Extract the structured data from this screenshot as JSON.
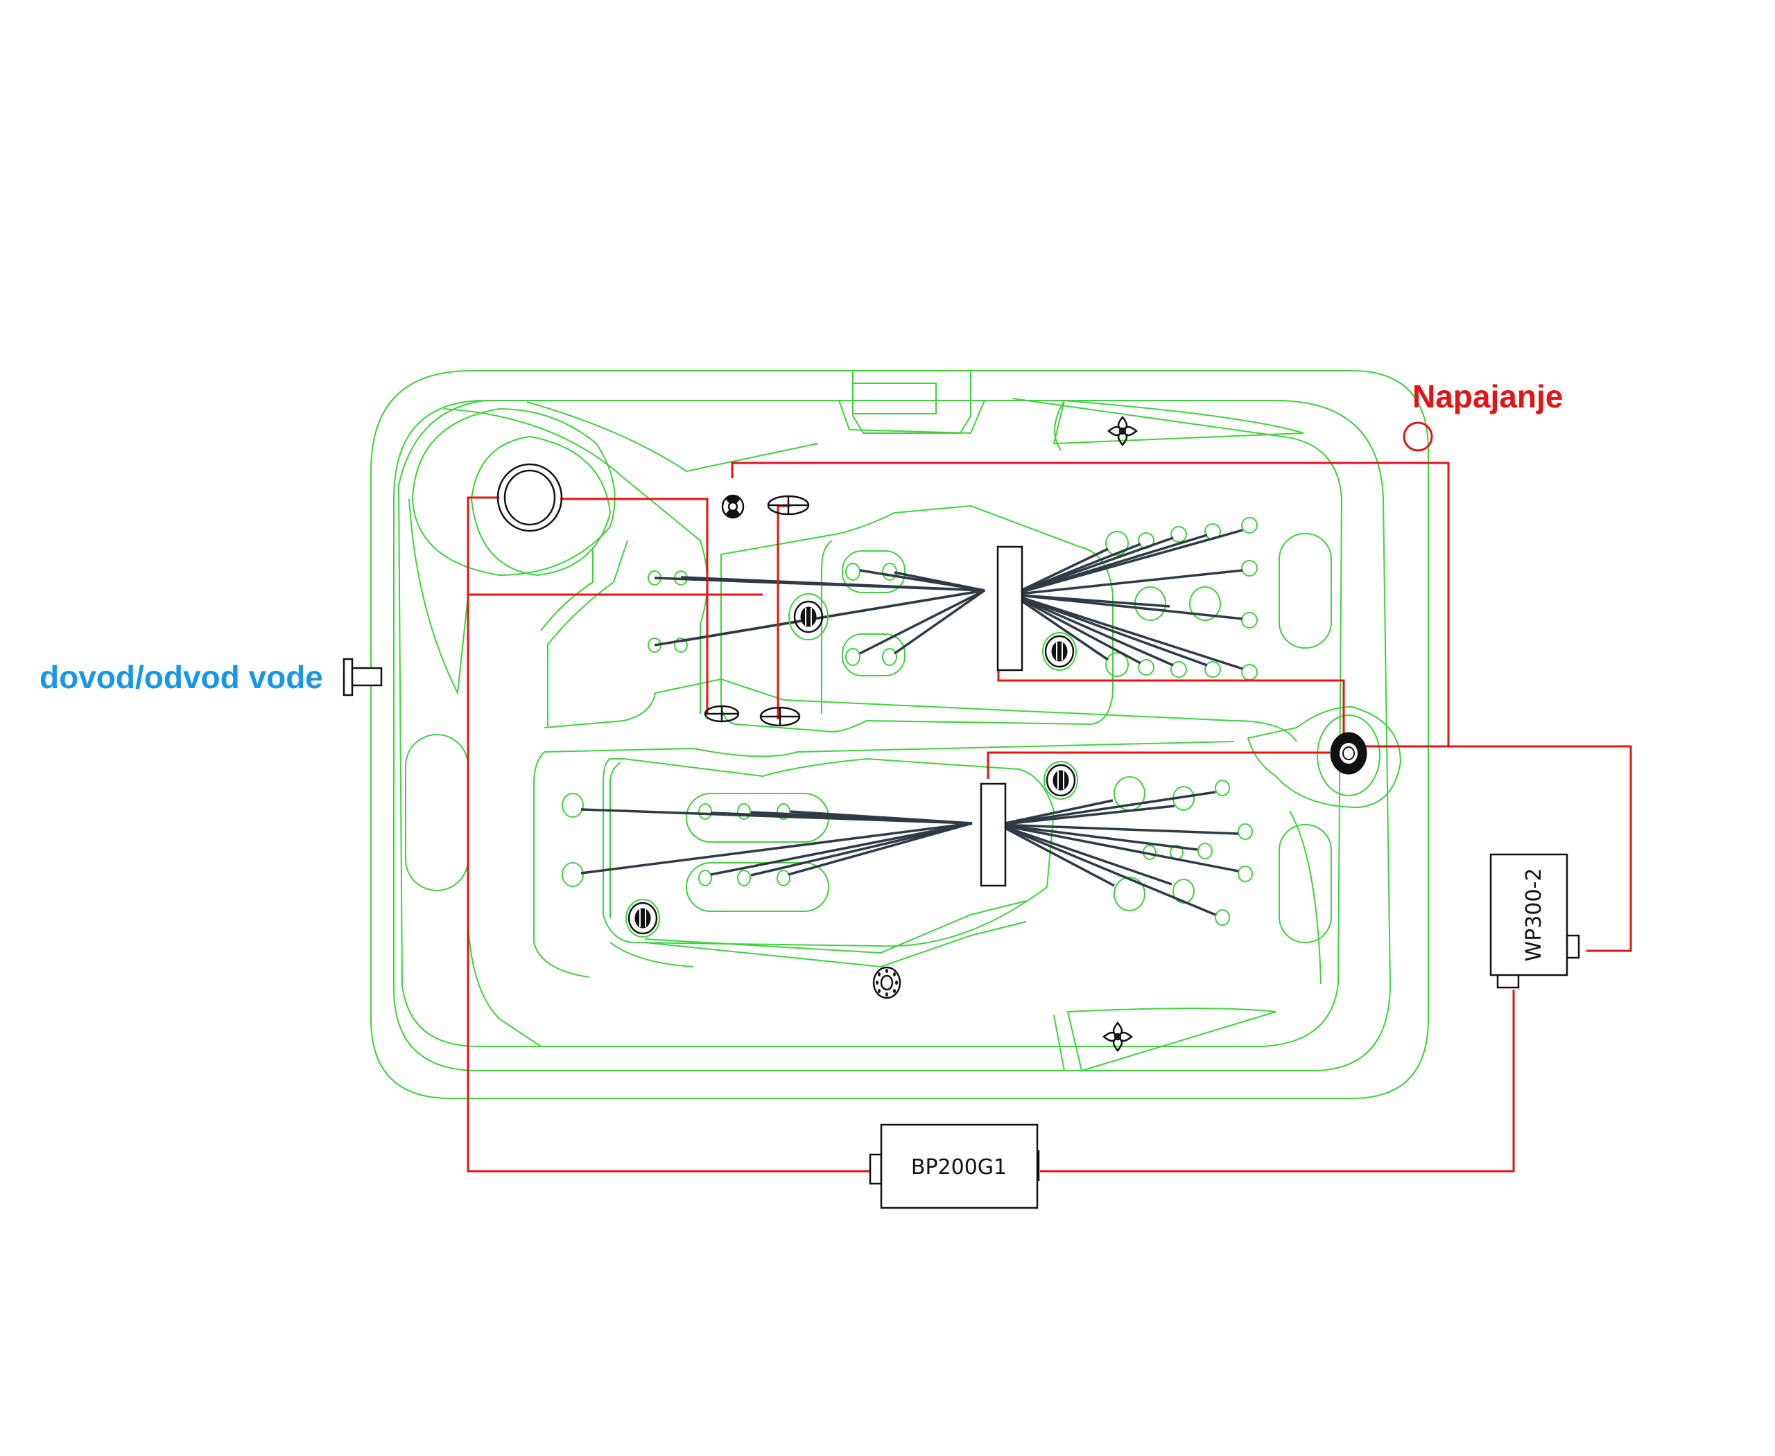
{
  "diagram": {
    "type": "spa plumbing and electrical wiring layout",
    "labels": {
      "power_supply": "Napajanje",
      "water_inlet_outlet": "dovod/odvod vode"
    },
    "components": {
      "blower_pump": "BP200G1",
      "water_pump": "WP300-2"
    },
    "colors": {
      "tub_outline": "#3fd23f",
      "electrical_wire": "#e31414",
      "hose": "#2e3a44",
      "power_label": "#e31414",
      "water_label": "#1a96e6",
      "component": "#111111"
    }
  }
}
